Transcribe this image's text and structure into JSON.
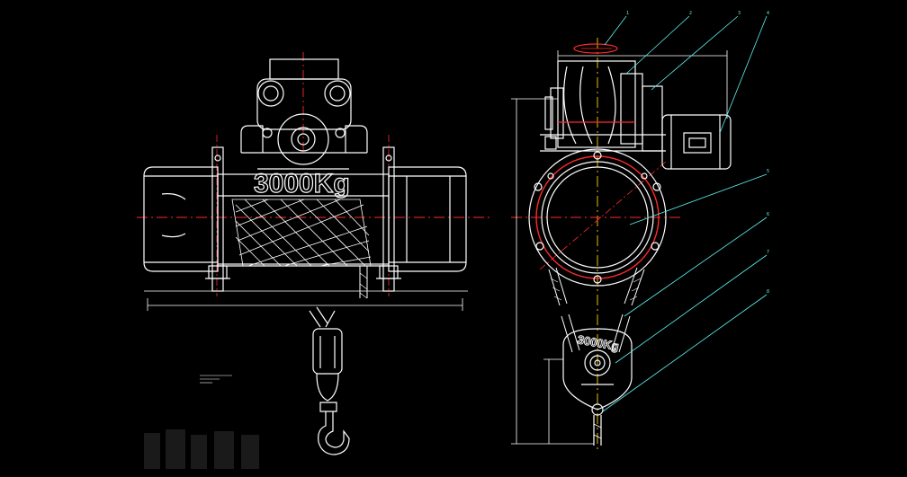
{
  "labels": {
    "front_capacity": "3000Kg",
    "side_capacity": "3000Kg"
  },
  "leaders": {
    "items": [
      "1",
      "2",
      "3",
      "4",
      "5",
      "6",
      "7",
      "8"
    ]
  },
  "colors": {
    "background": "#000000",
    "line": "#ffffff",
    "center": "#ff2a2a",
    "dimension": "#5ff2f2",
    "accent": "#ffd400"
  }
}
